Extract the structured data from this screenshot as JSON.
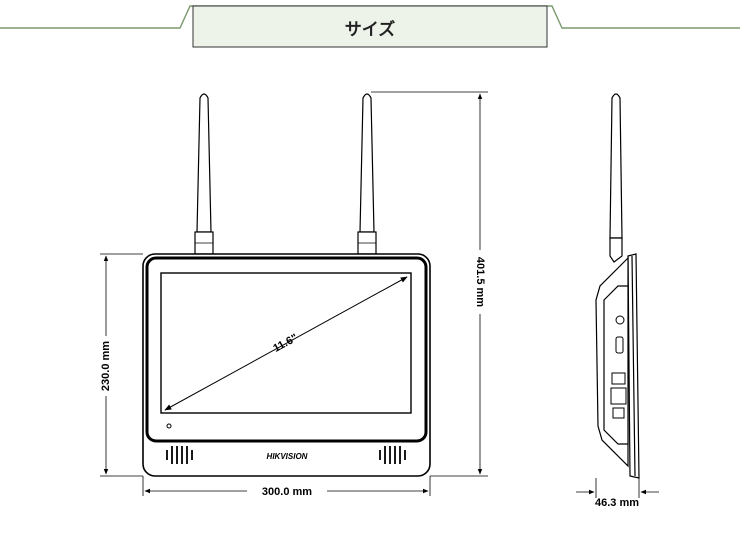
{
  "header": {
    "title": "サイズ",
    "line_color": "#7a9a6c",
    "tab_fill": "#eef3ea",
    "tab_stroke": "#333333"
  },
  "front_view": {
    "diagonal_label": "11.6\"",
    "brand": "HIKVISION",
    "width_label": "300.0 mm",
    "height_label": "230.0 mm",
    "total_height_label": "401.5 mm"
  },
  "side_view": {
    "depth_label": "46.3 mm"
  }
}
